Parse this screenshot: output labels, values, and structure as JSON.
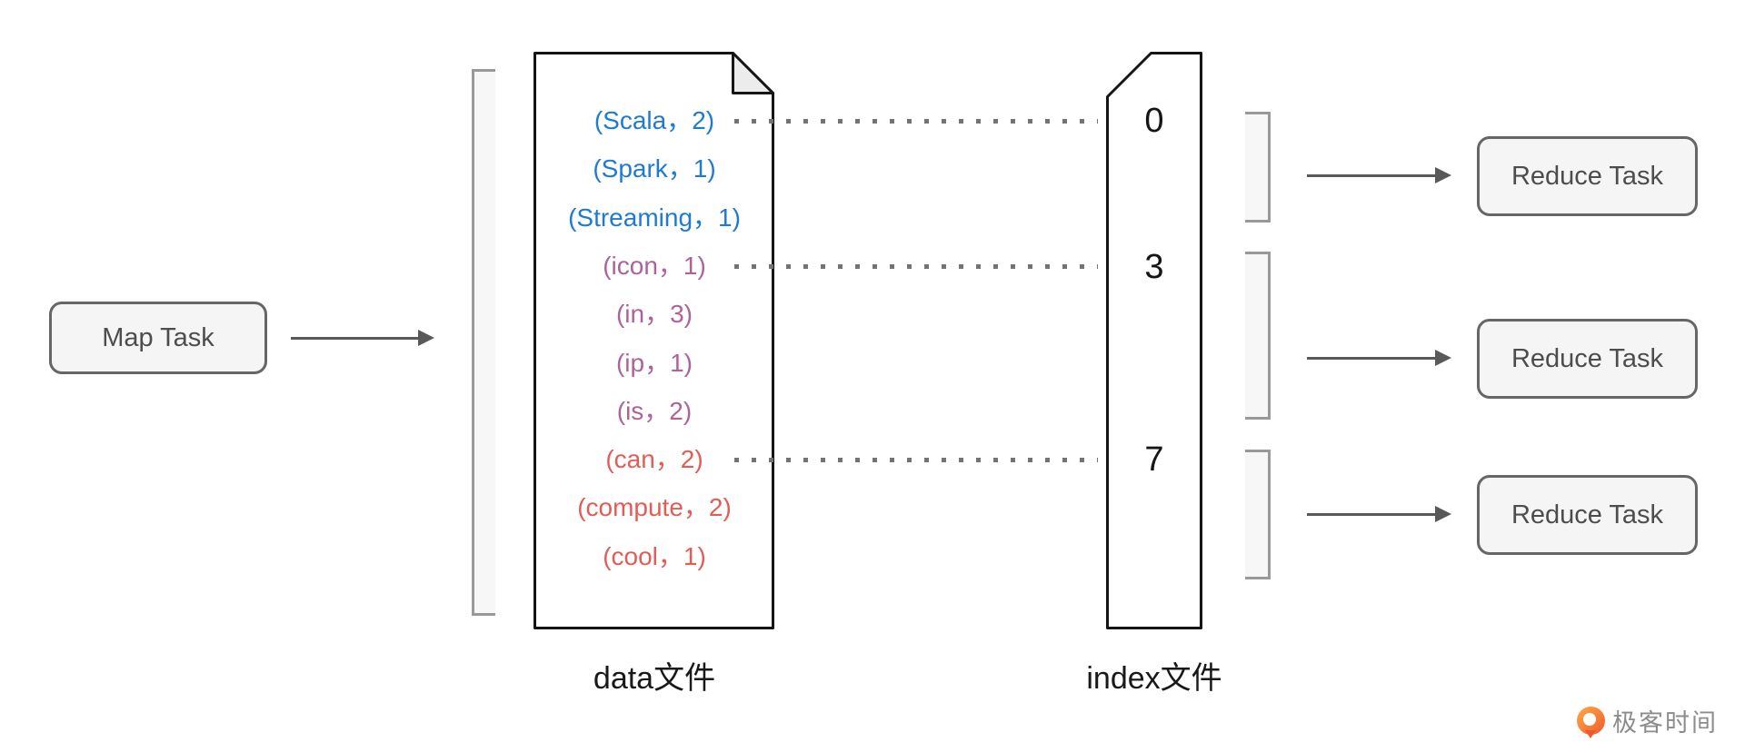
{
  "map_task": {
    "label": "Map Task"
  },
  "data_file": {
    "label": "data文件",
    "records": [
      {
        "text": "(Scala，2)",
        "group": "blue"
      },
      {
        "text": "(Spark，1)",
        "group": "blue"
      },
      {
        "text": "(Streaming，1)",
        "group": "blue"
      },
      {
        "text": "(icon，1)",
        "group": "purple"
      },
      {
        "text": "(in，3)",
        "group": "purple"
      },
      {
        "text": "(ip，1)",
        "group": "purple"
      },
      {
        "text": "(is，2)",
        "group": "purple"
      },
      {
        "text": "(can，2)",
        "group": "red"
      },
      {
        "text": "(compute，2)",
        "group": "red"
      },
      {
        "text": "(cool，1)",
        "group": "red"
      }
    ]
  },
  "index_file": {
    "label": "index文件",
    "offsets": [
      "0",
      "3",
      "7"
    ]
  },
  "reduce_tasks": [
    {
      "label": "Reduce Task"
    },
    {
      "label": "Reduce Task"
    },
    {
      "label": "Reduce Task"
    }
  ],
  "branding": {
    "logo_text": "极客时间"
  },
  "colors": {
    "blue": "#1f7ad4",
    "purple": "#ad6398",
    "red": "#e25d55",
    "stroke_dark": "#151515",
    "box_border": "#666666",
    "box_fill": "#f5f5f5",
    "box_text": "#4d4d4d",
    "bracket": "#999999",
    "bracket_fill": "#f7f7f7",
    "arrow": "#595959",
    "dots": "#737373",
    "label_text": "#191919",
    "logo_orange": "#f1592a",
    "logo_orange_light": "#ffab49",
    "logo_text": "#8c8c8c"
  }
}
